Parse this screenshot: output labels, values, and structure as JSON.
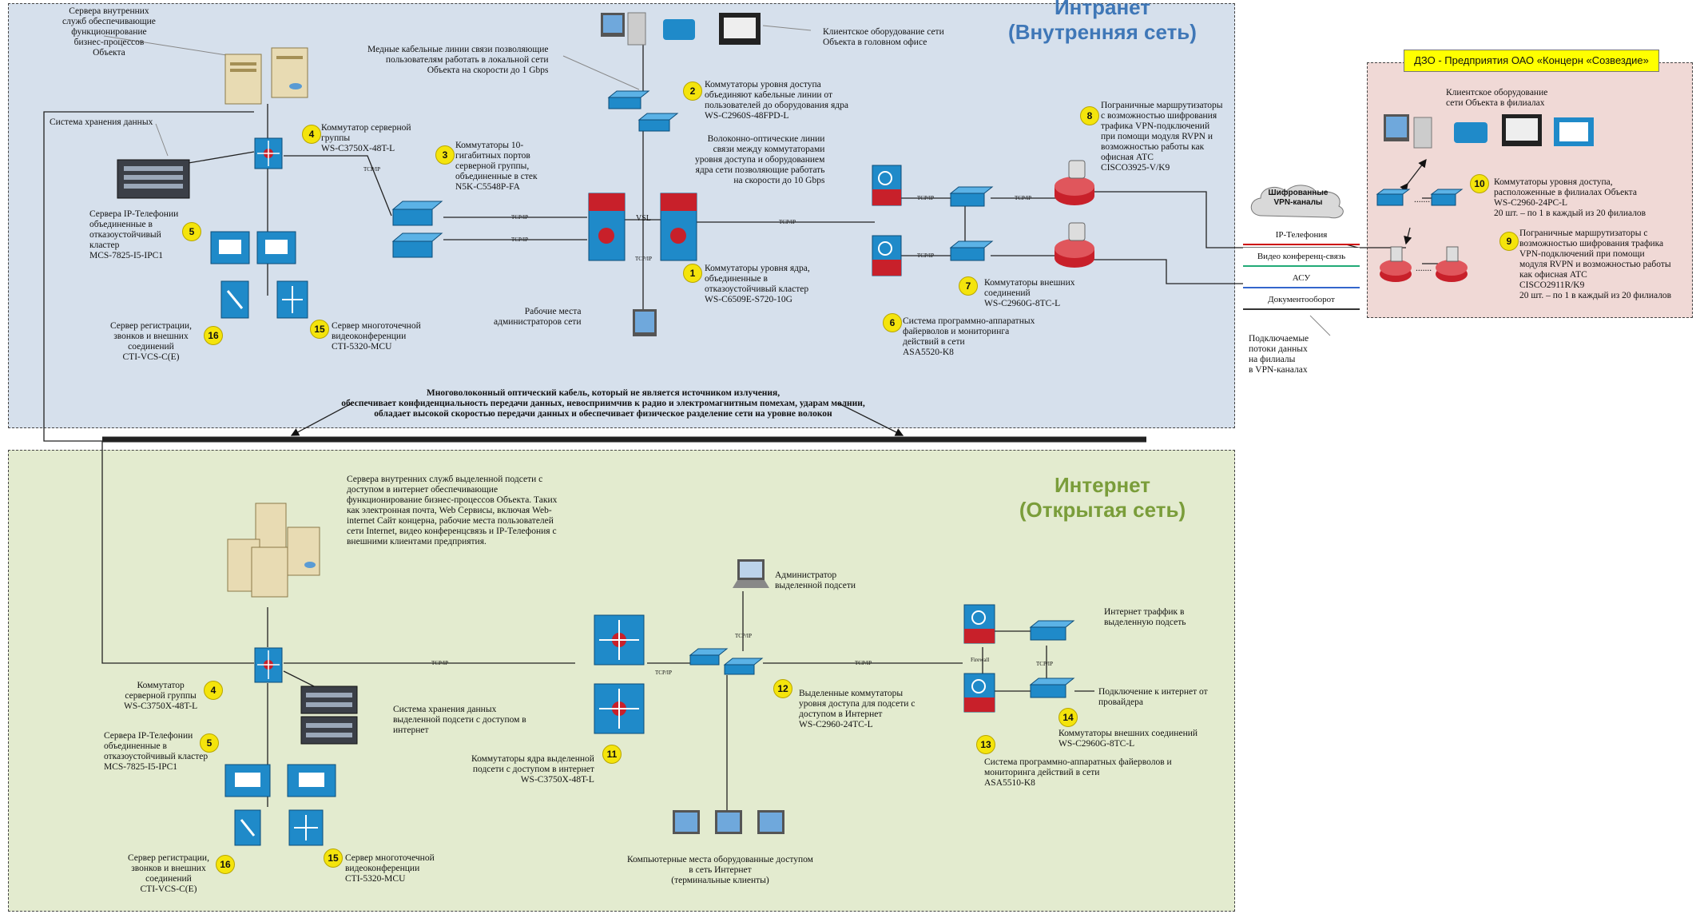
{
  "zones": {
    "intranet": {
      "title": "Интранет\n(Внутренняя сеть)"
    },
    "internet": {
      "title": "Интернет\n(Открытая сеть)"
    },
    "branch": {
      "title": "ДЗО - Предприятия ОАО «Концерн «Созвездие»"
    }
  },
  "link_labels": {
    "tcpip": "TCP/IP",
    "vsl": "VSL",
    "firewall": "Firewall"
  },
  "fiber_caption": "Многоволоконный оптический кабель, который не является источником излучения,\nобеспечивает конфиденциальность передачи данных, невосприимчив к радио и электромагнитным помехам, ударам молнии,\nобладает высокой скоростью передачи данных и обеспечивает физическое разделение сети на уровне волокон",
  "vpn": {
    "cloud": "Шифрованные\nVPN-каналы",
    "channels": [
      "IP-Телефония",
      "Видео конференц-связь",
      "АСУ",
      "Документооборот"
    ],
    "streams_note": "Подключаемые\nпотоки данных\nна филиалы\nв VPN-каналах"
  },
  "intranet_labels": {
    "servers_internal": "Сервера внутренних\nслужб обеспечивающие\nфункционирование\nбизнес-процессов\nОбъекта",
    "storage": "Система хранения данных",
    "copper": "Медные кабельные линии связи позволяющие\nпользователям работать в локальной сети\nОбъекта на скорости до 1 Gbps",
    "client_equipment": "Клиентское оборудование сети\nОбъекта в головном офисе",
    "access_switches": "Коммутаторы уровня доступа\nобъединяют кабельные линии от\nпользователей до оборудования ядра\nWS-C2960S-48FPD-L",
    "fiber_lines": "Волоконно-оптические линии\nсвязи между коммутаторами\nуровня доступа и оборудованием\nядра сети позволяющие работать\nна скорости до 10 Gbps",
    "server_switch": "Коммутатор серверной\nгруппы\nWS-C3750X-48T-L",
    "switches_10g": "Коммутаторы 10-\nгигабитных портов\nсерверной группы,\nобъединенные в стек\nN5K-C5548P-FA",
    "ip_phone_servers": "Сервера IP-Телефонии\nобъединенные в\nотказоустойчивый\nкластер\nMCS-7825-I5-IPC1",
    "core_switches": "Коммутаторы уровня ядра,\nобъединенные в\nотказоустойчивый кластер\nWS-C6509E-S720-10G",
    "admin_workplaces": "Рабочие места\nадминистраторов сети",
    "registration_server": "Сервер регистрации,\nзвонков и внешних\nсоединений\nCTI-VCS-C(E)",
    "mcu_server": "Сервер многоточечной\nвидеоконференции\nCTI-5320-MCU",
    "firewalls": "Система программно-аппаратных\nфайерволов и мониторинга\nдействий в сети\nASA5520-K8",
    "external_switches": "Коммутаторы внешних\nсоединений\nWS-C2960G-8TC-L",
    "border_routers": "Пограничные маршрутизаторы\nс возможностью шифрования\nтрафика VPN-подключений\nпри помощи модуля RVPN и\nвозможностью работы как\nофисная АТС\nCISCO3925-V/K9"
  },
  "branch_labels": {
    "client_equipment": "Клиентское оборудование\nсети Объекта в филиалах",
    "access_switches": "Коммутаторы уровня доступа,\nрасположенные в филиалах Объекта\nWS-C2960-24PC-L\n20 шт. – по 1 в каждый из 20 филиалов",
    "routers": "Пограничные маршрутизаторы с\nвозможностью шифрования трафика\nVPN-подключений при помощи\nмодуля RVPN и возможностью работы\nкак офисная АТС\nCISCO2911R/K9\n20 шт. – по 1 в каждый из 20 филиалов"
  },
  "internet_labels": {
    "servers": "Сервера внутренних служб выделенной подсети с\nдоступом в интернет обеспечивающие\nфункционирование бизнес-процессов Объекта. Таких\nкак электронная почта, Web Сервисы, включая Web-\ninternet Сайт концерна, рабочие места пользователей\nсети Internet, видео конференцсвязь и IP-Телефония с\nвнешними клиентами предприятия.",
    "admin": "Администратор\nвыделенной подсети",
    "internet_traffic": "Интернет траффик в\nвыделенную подсеть",
    "provider": "Подключение к интернет от\nпровайдера",
    "server_switch": "Коммутатор\nсерверной группы\nWS-C3750X-48T-L",
    "storage": "Система хранения данных\nвыделенной подсети с доступом в\nинтернет",
    "access_switches": "Выделенные коммутаторы\nуровня доступа для подсети с\nдоступом в Интернет\nWS-C2960-24TC-L",
    "external_switches": "Коммутаторы внешних соединений\nWS-C2960G-8TC-L",
    "ip_phone_servers": "Сервера IP-Телефонии\nобъединенные в\nотказоустойчивый кластер\nMCS-7825-I5-IPC1",
    "core_switches": "Коммутаторы ядра выделенной\nподсети с доступом в интернет\nWS-C3750X-48T-L",
    "firewalls": "Система программно-аппаратных файерволов и\nмониторинга действий в сети\nASA5510-K8",
    "registration_server": "Сервер регистрации,\nзвонков и внешних\nсоединений\nCTI-VCS-C(E)",
    "mcu_server": "Сервер многоточечной\nвидеоконференции\nCTI-5320-MCU",
    "terminals": "Компьютерные места оборудованные доступом\nв сеть Интернет\n(терминальные клиенты)"
  },
  "badges": {
    "n1": "1",
    "n2": "2",
    "n3": "3",
    "n4": "4",
    "n5": "5",
    "n6": "6",
    "n7": "7",
    "n8": "8",
    "n9": "9",
    "n10": "10",
    "n11": "11",
    "n12": "12",
    "n13": "13",
    "n14": "14",
    "n15": "15",
    "n16": "16"
  },
  "icons": {
    "server": "server-tower-icon",
    "storage": "storage-array-icon",
    "switch": "cisco-switch-icon",
    "multilayer": "multilayer-switch-icon",
    "core": "core-switch-icon",
    "firewall": "firewall-icon",
    "router": "vpn-router-icon",
    "pc": "workstation-icon",
    "phone": "ip-phone-icon",
    "video": "video-terminal-icon",
    "laptop": "laptop-icon",
    "cloud": "cloud-icon"
  },
  "colors": {
    "intranet_bg": "#d6e0ec",
    "internet_bg": "#e3ebcf",
    "branch_bg": "#f0d9d6",
    "badge": "#f4e40c",
    "cisco_blue": "#1f8ac9",
    "firewall_red": "#c8202a",
    "intranet_title": "#3f77b7",
    "internet_title": "#7a9d3a"
  }
}
